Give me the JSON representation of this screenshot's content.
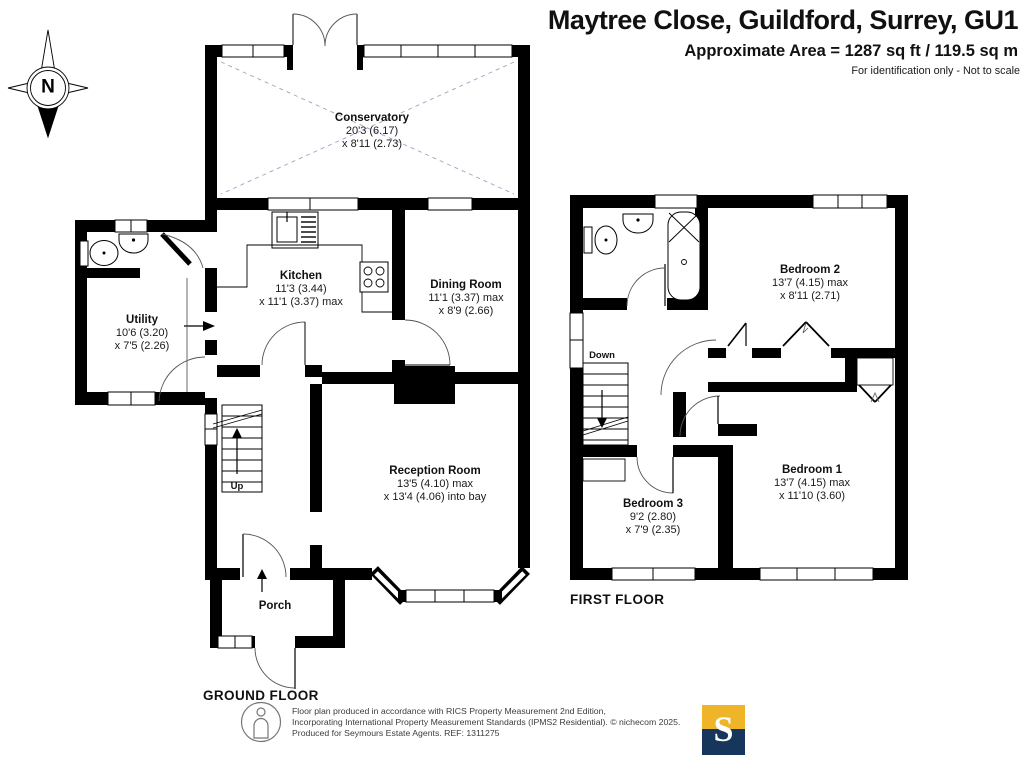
{
  "header": {
    "title": "Maytree Close, Guildford, Surrey, GU1",
    "area_line": "Approximate Area = 1287 sq ft / 119.5 sq m",
    "note": "For identification only - Not to scale"
  },
  "compass": {
    "label": "N"
  },
  "floors": {
    "ground": {
      "label": "GROUND FLOOR",
      "stairs_label": "Up",
      "rooms": {
        "conservatory": {
          "name": "Conservatory",
          "dim1": "20'3 (6.17)",
          "dim2": "x 8'11 (2.73)"
        },
        "kitchen": {
          "name": "Kitchen",
          "dim1": "11'3 (3.44)",
          "dim2": "x 11'1 (3.37) max"
        },
        "dining": {
          "name": "Dining Room",
          "dim1": "11'1 (3.37) max",
          "dim2": "x 8'9 (2.66)"
        },
        "utility": {
          "name": "Utility",
          "dim1": "10'6 (3.20)",
          "dim2": "x 7'5 (2.26)"
        },
        "reception": {
          "name": "Reception Room",
          "dim1": "13'5 (4.10) max",
          "dim2": "x 13'4 (4.06) into bay"
        },
        "porch": {
          "name": "Porch"
        }
      }
    },
    "first": {
      "label": "FIRST FLOOR",
      "stairs_label": "Down",
      "rooms": {
        "bedroom1": {
          "name": "Bedroom 1",
          "dim1": "13'7 (4.15) max",
          "dim2": "x 11'10 (3.60)"
        },
        "bedroom2": {
          "name": "Bedroom 2",
          "dim1": "13'7 (4.15) max",
          "dim2": "x 8'11 (2.71)"
        },
        "bedroom3": {
          "name": "Bedroom 3",
          "dim1": "9'2 (2.80)",
          "dim2": "x 7'9 (2.35)"
        }
      }
    }
  },
  "footer": {
    "line1": "Floor plan produced in accordance with RICS Property Measurement 2nd Edition,",
    "line2": "Incorporating International Property Measurement Standards (IPMS2 Residential).   © nichecom 2025.",
    "line3": "Produced for Seymours Estate Agents.   REF: 1311275"
  },
  "logo": {
    "letter": "S",
    "gold": "#F0B429",
    "navy": "#16365C",
    "gold_style": "background:#F0B429",
    "navy_style": "background:#16365C"
  }
}
